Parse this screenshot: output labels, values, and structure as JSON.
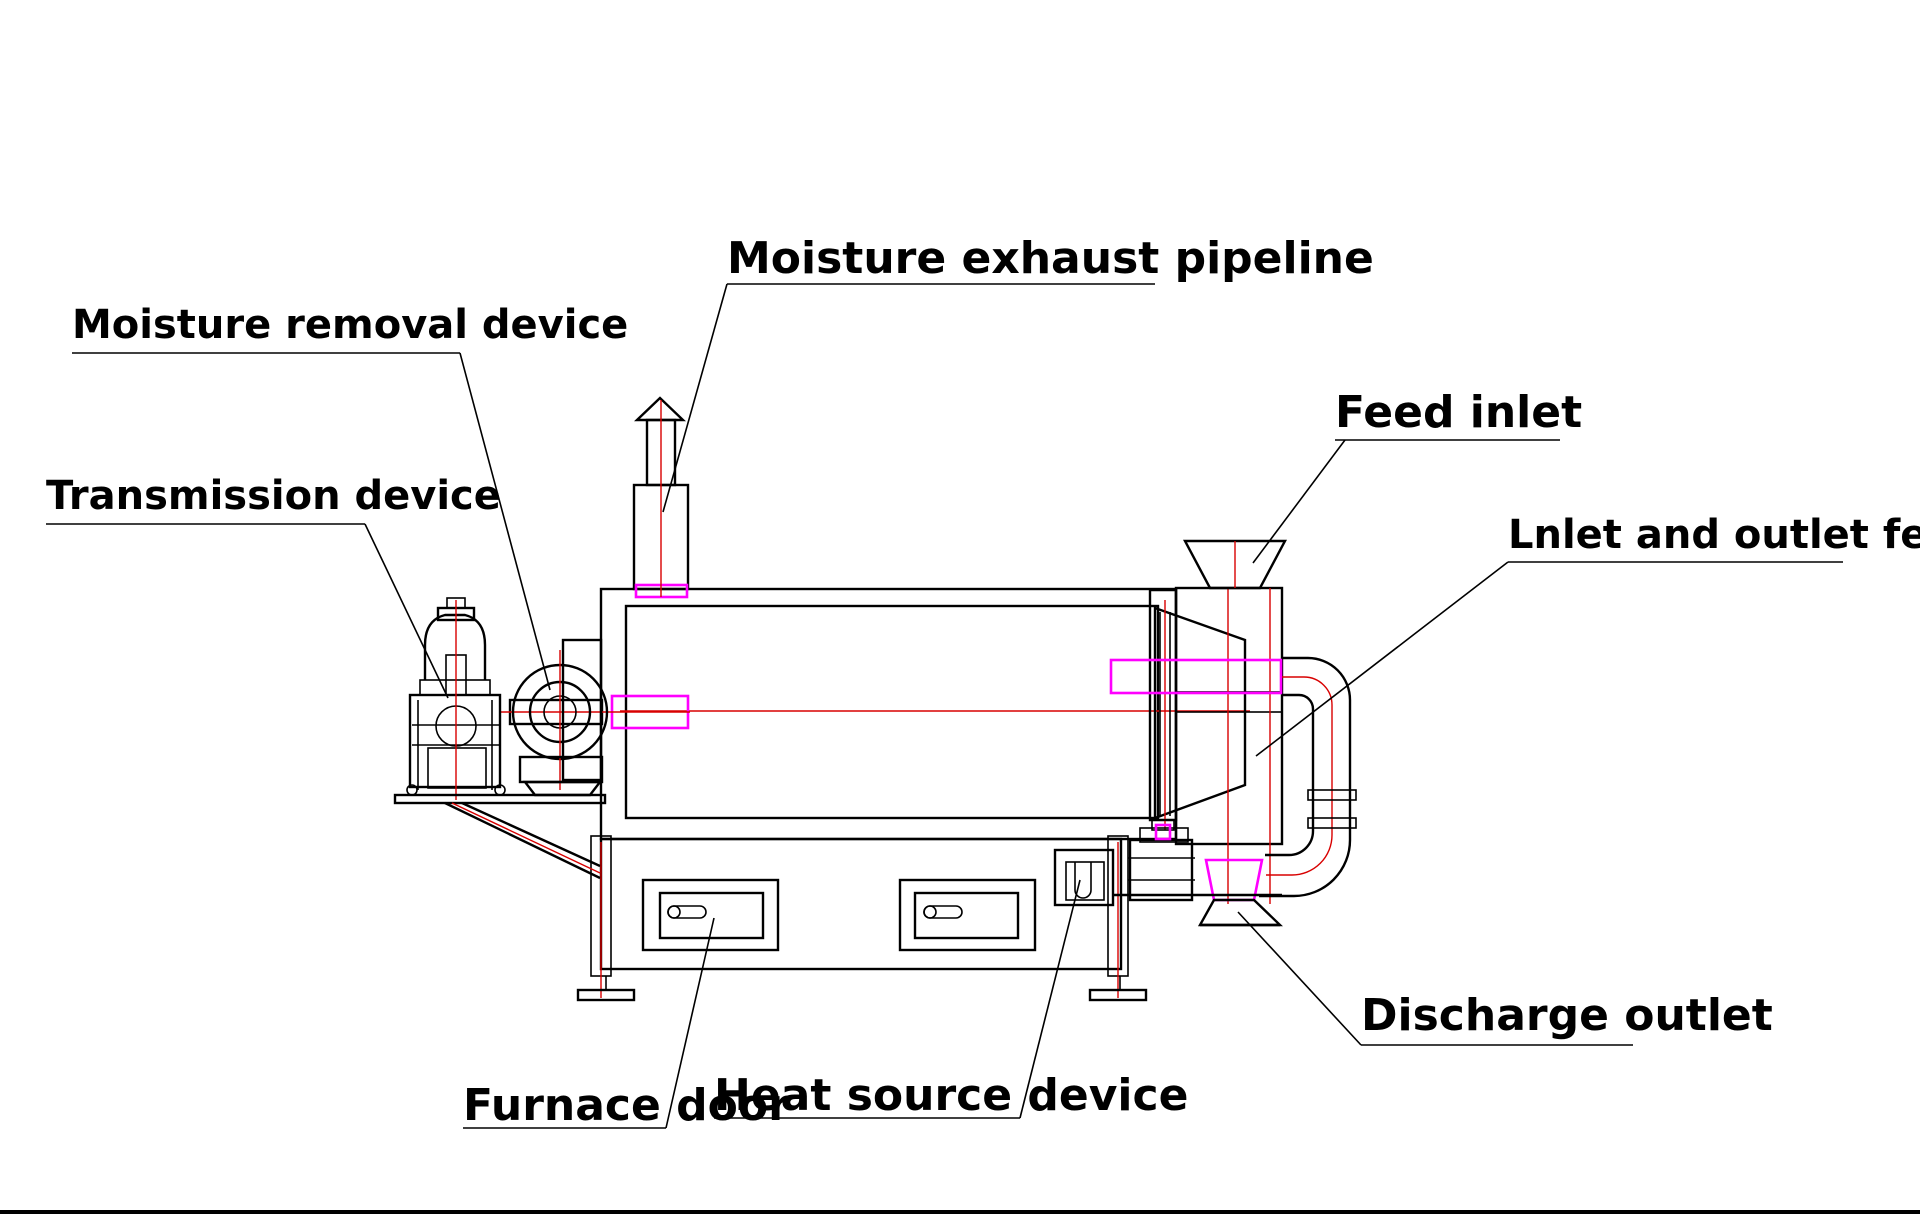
{
  "labels": {
    "moisture_exhaust_pipeline": "Moisture exhaust pipeline",
    "moisture_removal_device": "Moisture removal device",
    "transmission_device": "Transmission device",
    "feed_inlet": "Feed inlet",
    "inlet_outlet_feeder": "Lnlet and outlet feeder",
    "discharge_outlet": "Discharge outlet",
    "furnace_door": "Furnace door",
    "heat_source_device": "Heat source device"
  },
  "colors": {
    "line": "#000000",
    "centerline": "#d80000",
    "highlight": "#ff00ff",
    "background": "#ffffff"
  }
}
